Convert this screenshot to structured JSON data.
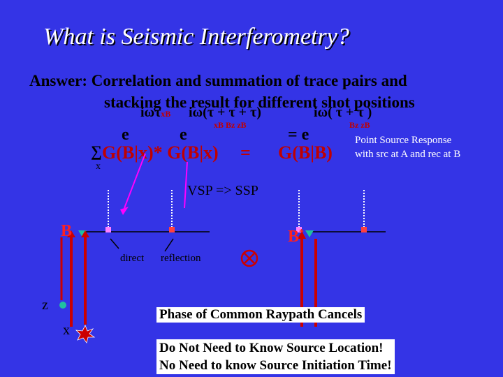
{
  "title": "What is Seismic Interferometry?",
  "answer": {
    "line1": "Answer: Correlation and summation of  trace pairs and",
    "line2": "stacking the result for different shot positions"
  },
  "equation": {
    "sum_symbol": "∑",
    "sum_index": "x",
    "lhs": "G(B|x)* G(B|x)",
    "equals": "=",
    "rhs": "G(B|B)",
    "exp_base": "e",
    "exp1": "iωτ",
    "exp1_sub": "xB",
    "exp2": "iω(τ  + τ + τ)",
    "exp2_sub": "xB   Bz   zB",
    "exp3": "= e",
    "exp3_exp": "iω( τ + τ   )",
    "exp3_sub": "Bz   zB"
  },
  "point_source": {
    "line1": "Point Source Response",
    "line2": "with src at A and rec at B"
  },
  "vsp_ssp": "VSP  => SSP",
  "labels": {
    "B_left": "B",
    "B_right": "B",
    "B_right_sup": "*",
    "direct": "direct",
    "reflection": "reflection",
    "z": "z",
    "x": "x"
  },
  "boxes": {
    "phase": "Phase of Common Raypath Cancels",
    "line1": "Do Not Need to Know Source Location!",
    "line2": "No Need to know Source Initiation Time!"
  },
  "colors": {
    "background": "#3434e6",
    "ray": "#cc0000",
    "annotation": "#ff00ff",
    "receiver": "#20c0a0"
  }
}
